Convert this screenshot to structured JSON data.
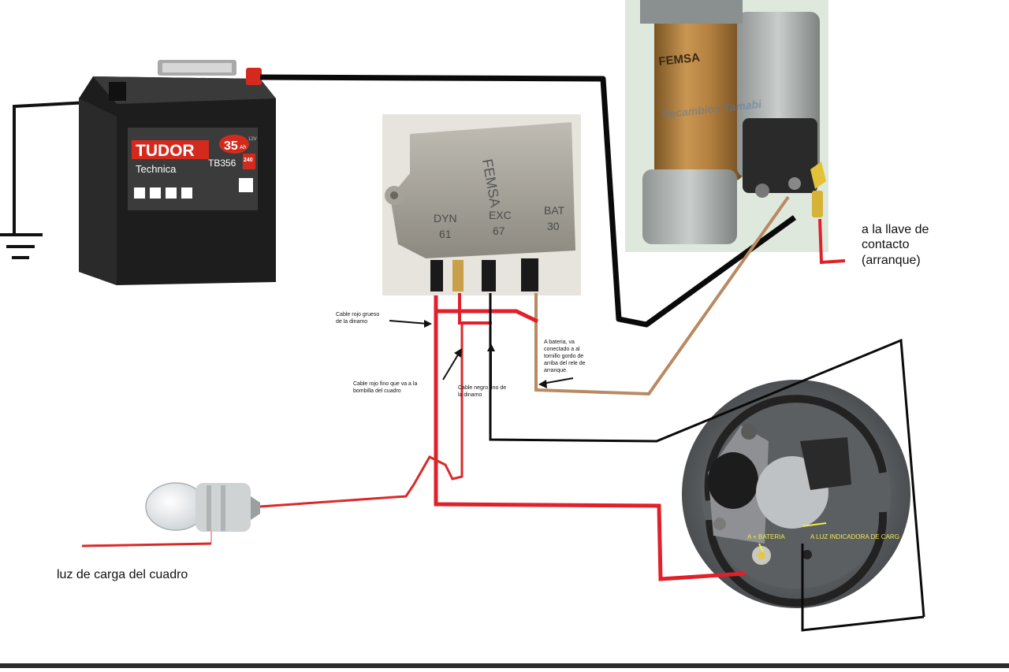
{
  "battery": {
    "brand": "TUDOR",
    "model_line": "Technica",
    "amp_hours": "35",
    "amp_hours_unit": "Ah",
    "code": "TB356",
    "cca": "240",
    "voltage": "12V"
  },
  "regulator": {
    "maker": "FEMSA",
    "terminals": {
      "dyn": "DYN",
      "exc": "EXC",
      "bat": "BAT",
      "dyn_code": "61",
      "exc_code": "67",
      "bat_code": "30"
    }
  },
  "starter": {
    "brand": "FEMSA",
    "watermark": "Recambios Tamabi"
  },
  "alternator": {
    "label_battery": "A + BATERIA",
    "label_lamp": "A LUZ INDICADORA DE CARG"
  },
  "labels": {
    "ignition_1": "a la llave de",
    "ignition_2": "contacto",
    "ignition_3": "(arranque)",
    "thick_red_1": "Cable rojo grueso",
    "thick_red_2": "de la dinamo",
    "battery_note_1": "A bateria, va",
    "battery_note_2": "conectado a al",
    "battery_note_3": "tornillo gordo de",
    "battery_note_4": "arriba del rele de",
    "battery_note_5": "arranque.",
    "thin_red_1": "Cable rojo fino que va a la",
    "thin_red_2": "bombilla del cuadro",
    "thin_black_1": "Cable negro fino de",
    "thin_black_2": "la dinamo",
    "lamp": "luz de  carga del cuadro"
  },
  "colors": {
    "thick_red": "#e0202a",
    "thin_red": "#d92a2a",
    "black_wire": "#0a0a0a",
    "brown_wire": "#b98a62",
    "battery_red": "#d42a1e"
  }
}
